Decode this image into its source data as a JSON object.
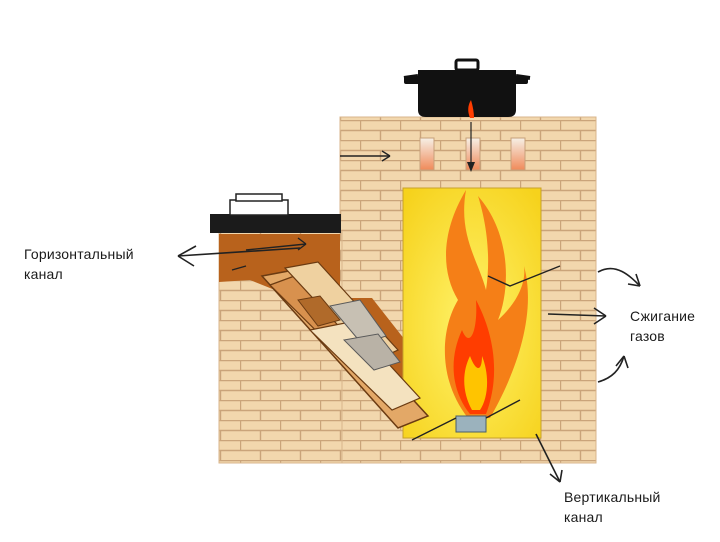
{
  "labels": {
    "horizontal_channel": {
      "line1": "Горизонтальный",
      "line2": "канал"
    },
    "gas_combustion": {
      "line1": "Сжигание",
      "line2": "газов"
    },
    "vertical_channel": {
      "line1": "Вертикальный",
      "line2": "канал"
    }
  },
  "colors": {
    "brick": "#f2d7ad",
    "mortar": "#caa47a",
    "firebox": "#fde94a",
    "flame_outer": "#f57f17",
    "flame_inner": "#ff3d00",
    "channel": "#b8621c",
    "pot": "#111111",
    "ash_tray": "#9bb2bd"
  },
  "icons": [
    "cooking-pot-icon",
    "flame-icon",
    "firewood-icon",
    "kettle-icon"
  ]
}
